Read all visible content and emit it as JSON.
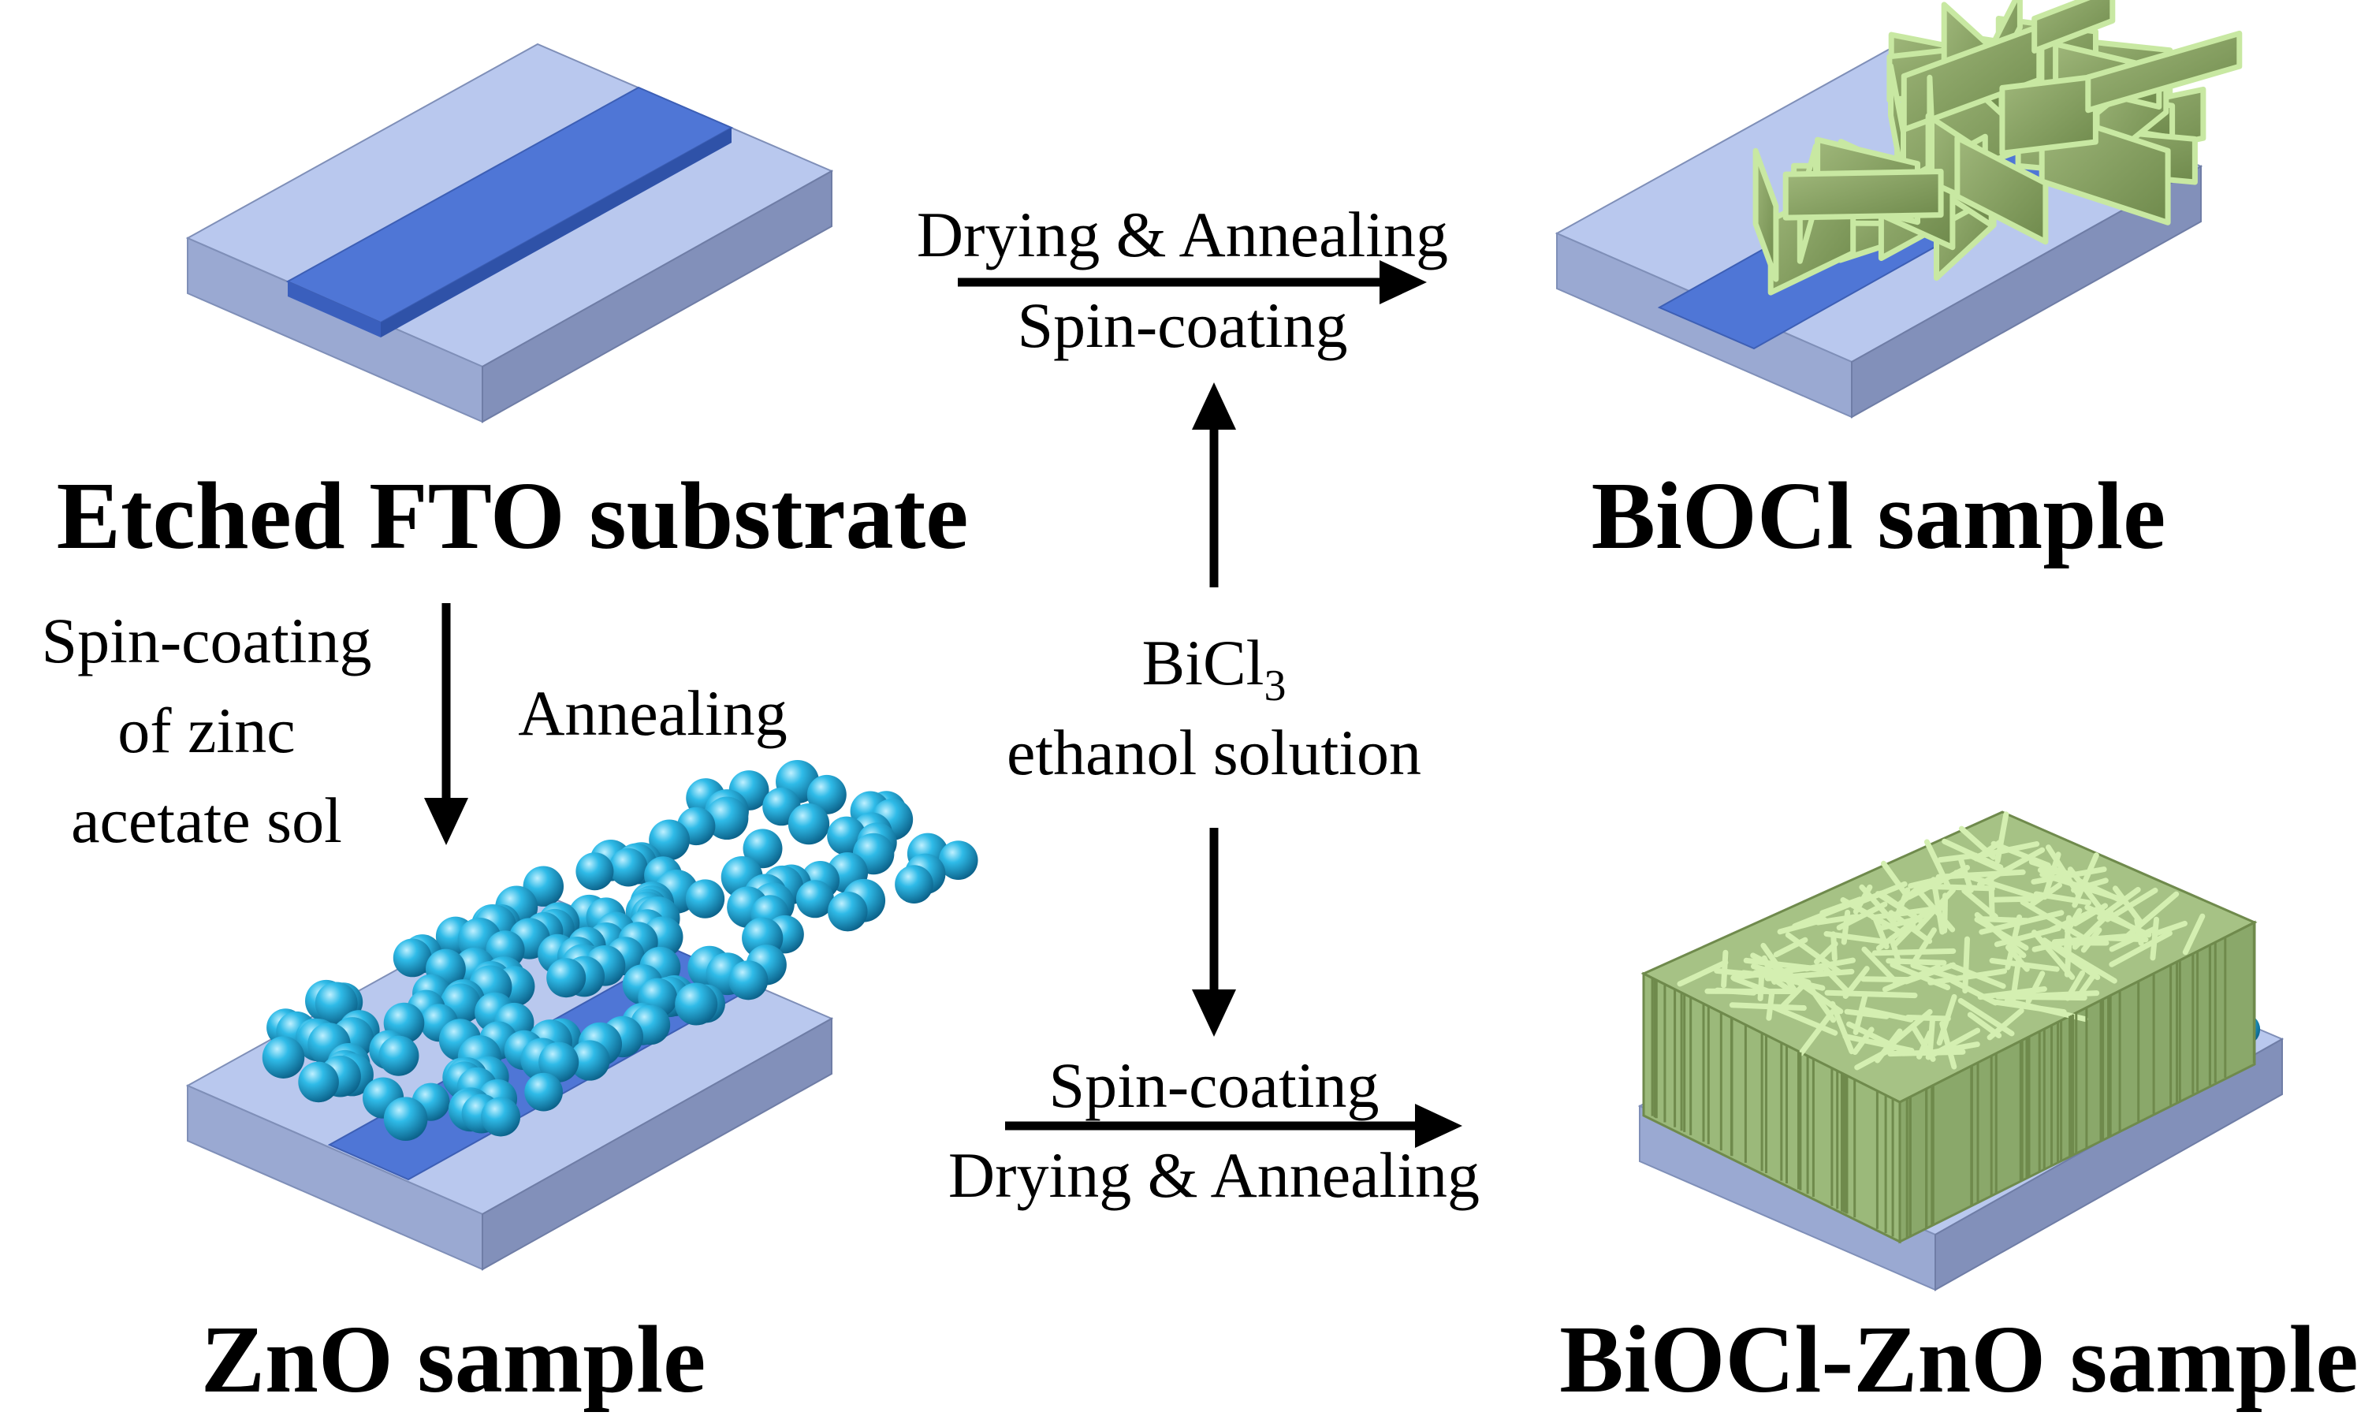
{
  "labels": {
    "fto": "Etched FTO substrate",
    "biocl": "BiOCl sample",
    "zno": "ZnO sample",
    "biocl_zno": "BiOCl-ZnO sample"
  },
  "steps": {
    "top_line1": "Drying & Annealing",
    "top_line2": "Spin-coating",
    "bottom_line1": "Spin-coating",
    "bottom_line2": "Drying & Annealing",
    "left_line1": "Spin-coating",
    "left_line2": "of zinc",
    "left_line3": "acetate sol",
    "left_right": "Annealing"
  },
  "reagent": {
    "formula_base": "BiCl",
    "formula_sub": "3",
    "line2": "ethanol solution"
  },
  "colors": {
    "substrate_top": "#b9c8ee",
    "substrate_side_front": "#9aa9d2",
    "substrate_side_right": "#8290ba",
    "fto_stripe": "#4f76d6",
    "zno_sphere": "#1aa3d6",
    "biocl_plate": "#8fa86a",
    "biocl_edge": "#c8e8a2",
    "arrow": "#000000"
  }
}
